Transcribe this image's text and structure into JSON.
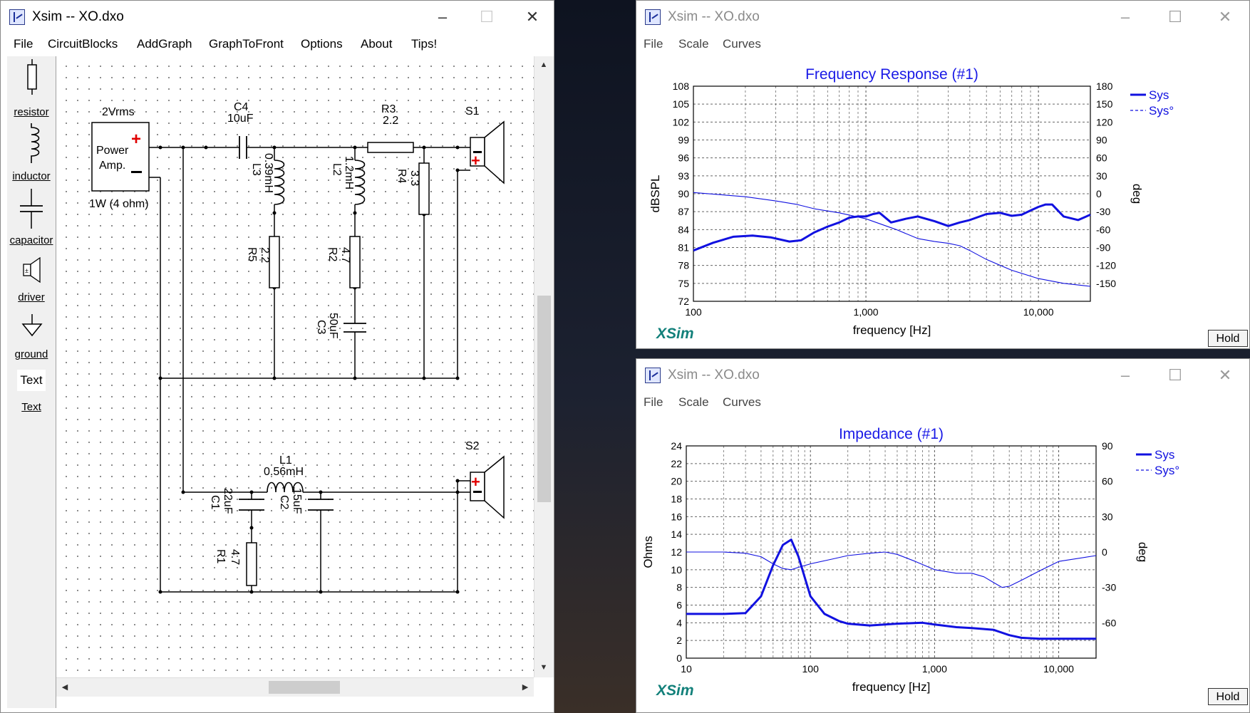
{
  "main_window": {
    "title": "Xsim -- XO.dxo",
    "menu": [
      "File",
      "CircuitBlocks",
      "AddGraph",
      "GraphToFront",
      "Options",
      "About",
      "Tips!"
    ],
    "tools": [
      "resistor",
      "inductor",
      "capacitor",
      "driver",
      "ground",
      "Text"
    ],
    "text_tool_icon": "Text"
  },
  "schematic": {
    "source": {
      "voltage": "2Vrms",
      "label_line1": "Power",
      "label_line2": "Amp.",
      "rating": "1W (4 ohm)"
    },
    "components": {
      "C4": {
        "name": "C4",
        "value": "10uF"
      },
      "R3": {
        "name": "R3",
        "value": "2.2"
      },
      "S1": {
        "name": "S1"
      },
      "L3": {
        "name": "L3",
        "value": "0.39mH"
      },
      "L2": {
        "name": "L2",
        "value": "1.2mH"
      },
      "R4": {
        "name": "R4",
        "value": "3.3"
      },
      "R5": {
        "name": "R5",
        "value": "2.2"
      },
      "R2": {
        "name": "R2",
        "value": "4.7"
      },
      "C3": {
        "name": "C3",
        "value": "50uF"
      },
      "L1": {
        "name": "L1",
        "value": "0.56mH"
      },
      "S2": {
        "name": "S2"
      },
      "C1": {
        "name": "C1",
        "value": "22uF"
      },
      "C2": {
        "name": "C2",
        "value": "15uF"
      },
      "R1": {
        "name": "R1",
        "value": "4.7"
      }
    }
  },
  "freq_window": {
    "title": "Xsim -- XO.dxo",
    "menu": [
      "File",
      "Scale",
      "Curves"
    ],
    "hold_label": "Hold",
    "logo": "XSim"
  },
  "imp_window": {
    "title": "Xsim -- XO.dxo",
    "menu": [
      "File",
      "Scale",
      "Curves"
    ],
    "hold_label": "Hold",
    "logo": "XSim"
  },
  "chart_data": [
    {
      "type": "line",
      "title": "Frequency Response (#1)",
      "xlabel": "frequency [Hz]",
      "ylabel": "dBSPL",
      "y2label": "deg",
      "xscale": "log",
      "xlim": [
        100,
        20000
      ],
      "ylim": [
        72,
        108
      ],
      "y2lim": [
        -180,
        180
      ],
      "xticks": [
        100,
        1000,
        10000
      ],
      "xtick_labels": [
        "100",
        "1,000",
        "10,000"
      ],
      "yticks": [
        "108",
        "105",
        "102",
        "99",
        "96",
        "93",
        "90",
        "87",
        "84",
        "81",
        "78",
        "75",
        "72"
      ],
      "y2ticks": [
        "180",
        "150",
        "120",
        "90",
        "60",
        "30",
        "0",
        "-30",
        "-60",
        "-90",
        "-120",
        "-150"
      ],
      "grid": true,
      "legend": "top-right",
      "series": [
        {
          "name": "Sys",
          "axis": "left",
          "style": "solid",
          "x": [
            100,
            130,
            170,
            220,
            280,
            360,
            420,
            500,
            600,
            700,
            800,
            900,
            1000,
            1100,
            1200,
            1400,
            1700,
            2000,
            2500,
            3000,
            3500,
            4000,
            5000,
            6000,
            7000,
            8000,
            9000,
            10000,
            11000,
            12000,
            14000,
            17000,
            20000
          ],
          "y": [
            80.5,
            81.8,
            82.8,
            83.0,
            82.7,
            82.0,
            82.2,
            83.5,
            84.5,
            85.2,
            86.0,
            86.2,
            86.2,
            86.6,
            86.8,
            85.2,
            85.8,
            86.2,
            85.4,
            84.6,
            85.2,
            85.6,
            86.6,
            86.8,
            86.3,
            86.5,
            87.2,
            87.8,
            88.2,
            88.2,
            86.2,
            85.6,
            86.5
          ]
        },
        {
          "name": "Sys°",
          "axis": "right",
          "style": "dashed",
          "x": [
            100,
            200,
            300,
            400,
            500,
            700,
            1000,
            1500,
            2000,
            2500,
            3000,
            3500,
            4000,
            5000,
            7000,
            10000,
            14000,
            20000
          ],
          "y": [
            2,
            -5,
            -12,
            -18,
            -25,
            -32,
            -42,
            -60,
            -75,
            -80,
            -83,
            -87,
            -95,
            -110,
            -128,
            -142,
            -150,
            -155
          ]
        }
      ]
    },
    {
      "type": "line",
      "title": "Impedance (#1)",
      "xlabel": "frequency [Hz]",
      "ylabel": "Ohms",
      "y2label": "deg",
      "xscale": "log",
      "xlim": [
        10,
        20000
      ],
      "ylim": [
        0,
        24
      ],
      "y2lim": [
        -90,
        90
      ],
      "xticks": [
        10,
        100,
        1000,
        10000
      ],
      "xtick_labels": [
        "10",
        "100",
        "1,000",
        "10,000"
      ],
      "yticks": [
        "24",
        "22",
        "20",
        "18",
        "16",
        "14",
        "12",
        "10",
        "8",
        "6",
        "4",
        "2",
        "0"
      ],
      "y2ticks": [
        "90",
        "60",
        "30",
        "0",
        "-30",
        "-60"
      ],
      "grid": true,
      "legend": "top-right",
      "series": [
        {
          "name": "Sys",
          "axis": "left",
          "style": "solid",
          "x": [
            10,
            20,
            30,
            40,
            50,
            60,
            70,
            80,
            100,
            130,
            170,
            200,
            300,
            500,
            800,
            1000,
            1500,
            2000,
            3000,
            4000,
            5000,
            7000,
            10000,
            20000
          ],
          "y": [
            5.0,
            5.0,
            5.1,
            7.0,
            10.5,
            12.8,
            13.4,
            11.5,
            7.0,
            5.0,
            4.2,
            3.9,
            3.7,
            3.9,
            4.0,
            3.8,
            3.5,
            3.4,
            3.2,
            2.6,
            2.3,
            2.2,
            2.2,
            2.2
          ]
        },
        {
          "name": "Sys°",
          "axis": "right",
          "style": "dashed",
          "x": [
            10,
            20,
            30,
            40,
            50,
            60,
            70,
            80,
            100,
            150,
            200,
            300,
            400,
            500,
            700,
            1000,
            1500,
            2000,
            2500,
            3000,
            3500,
            4000,
            5000,
            7000,
            10000,
            20000
          ],
          "y": [
            0,
            0,
            -1,
            -4,
            -10,
            -14,
            -15,
            -13,
            -10,
            -6,
            -3,
            -1,
            0,
            -2,
            -8,
            -15,
            -18,
            -18,
            -21,
            -26,
            -30,
            -29,
            -24,
            -16,
            -8,
            -3
          ]
        }
      ]
    }
  ]
}
